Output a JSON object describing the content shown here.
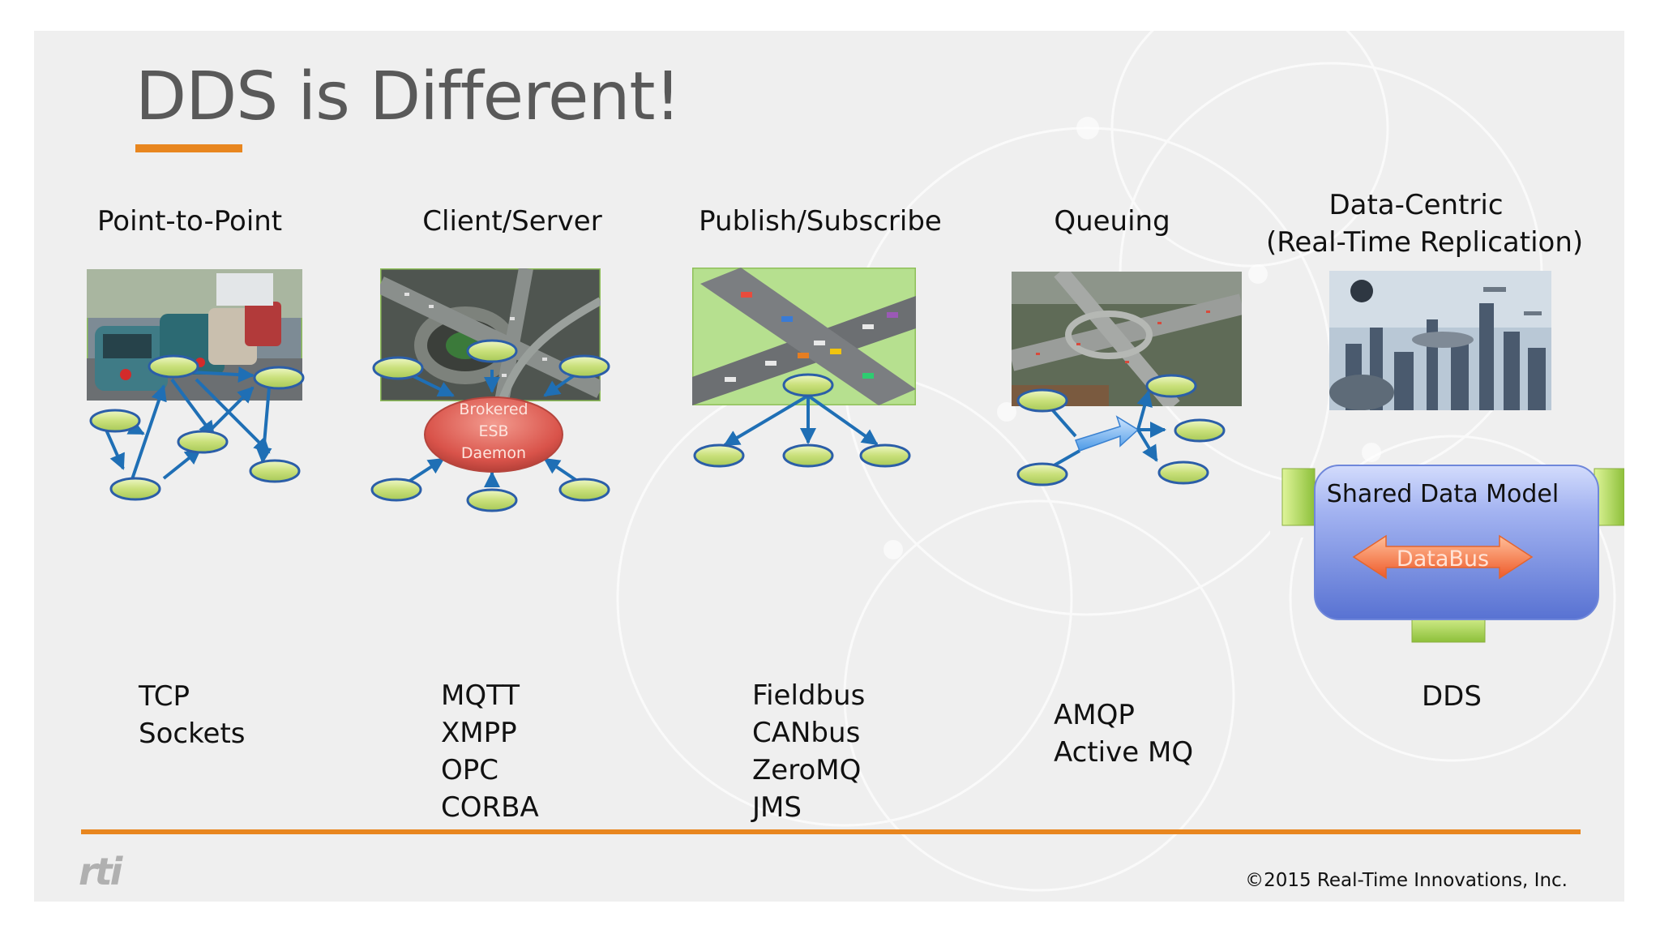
{
  "slide": {
    "title": "DDS is Different!",
    "copyright": "©2015 Real-Time Innovations, Inc.",
    "logo_text": "rti"
  },
  "columns": [
    {
      "heading": "Point-to-Point",
      "protocols": [
        "TCP",
        "Sockets"
      ]
    },
    {
      "heading": "Client/Server",
      "protocols": [
        "MQTT",
        "XMPP",
        "OPC",
        "CORBA"
      ]
    },
    {
      "heading": "Publish/Subscribe",
      "protocols": [
        "Fieldbus",
        "CANbus",
        "ZeroMQ",
        "JMS"
      ]
    },
    {
      "heading": "Queuing",
      "protocols": [
        "AMQP",
        "Active MQ"
      ]
    },
    {
      "heading_line1": "Data-Centric",
      "heading_line2": "(Real-Time Replication)",
      "protocols": [
        "DDS"
      ]
    }
  ],
  "diagrams": {
    "broker_label": [
      "Brokered",
      "ESB",
      "Daemon"
    ],
    "shared_model_label": "Shared Data Model",
    "databus_label": "DataBus"
  },
  "colors": {
    "accent": "#e8861f",
    "arrow": "#1f6fb5",
    "node_fill": "#c9e07a",
    "node_border": "#2b5ea8",
    "broker": "#d9534a",
    "databus": "#f47a4a",
    "shared_model": "#7e94e3",
    "side_block": "#9fcf3c"
  }
}
